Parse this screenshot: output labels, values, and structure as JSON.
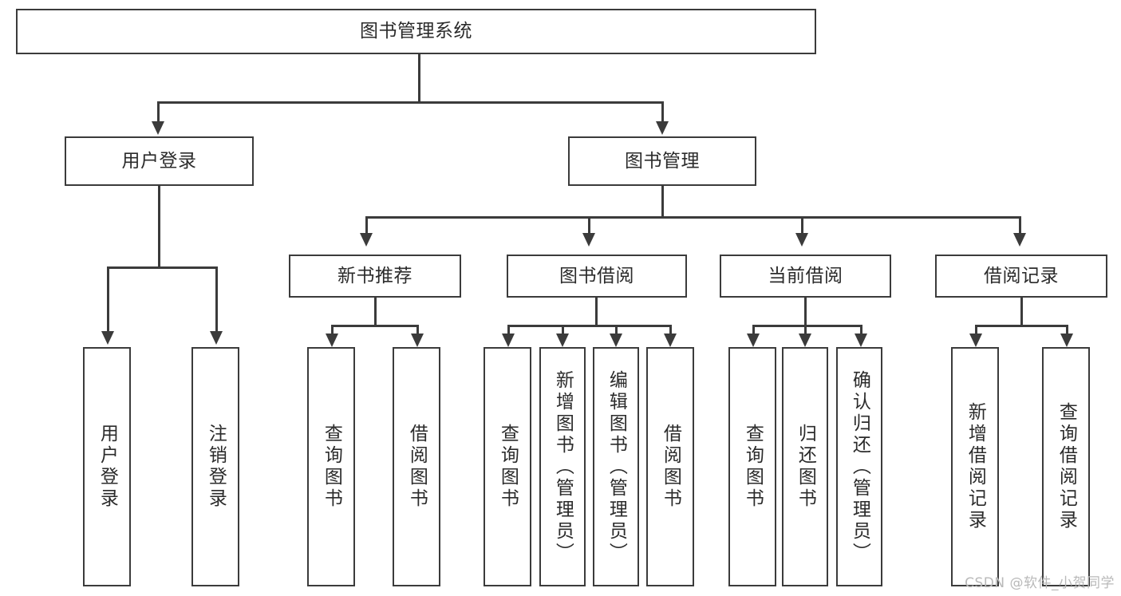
{
  "diagram": {
    "type": "tree-hierarchy",
    "title": "图书管理系统",
    "watermark": "CSDN @软件_小贺同学",
    "colors": {
      "background": "#ffffff",
      "box_fill": "#ffffff",
      "border": "#3b3b3b",
      "text": "#2b2b2b",
      "watermark": "#b9b9b9"
    },
    "levels": {
      "root": "图书管理系统",
      "level2": [
        "用户登录",
        "图书管理"
      ],
      "level3": [
        "新书推荐",
        "图书借阅",
        "当前借阅",
        "借阅记录"
      ]
    }
  },
  "nodes": {
    "root": {
      "label": "图书管理系统"
    },
    "user_login": {
      "label": "用户登录"
    },
    "book_mgmt": {
      "label": "图书管理"
    },
    "new_book_rec": {
      "label": "新书推荐"
    },
    "book_borrow": {
      "label": "图书借阅"
    },
    "current_borrow": {
      "label": "当前借阅"
    },
    "borrow_record": {
      "label": "借阅记录"
    },
    "leaf_user_login": {
      "label": "用户登录"
    },
    "leaf_logout": {
      "label": "注销登录"
    },
    "leaf_query_book_1": {
      "label": "查询图书"
    },
    "leaf_borrow_book_1": {
      "label": "借阅图书"
    },
    "leaf_query_book_2": {
      "label": "查询图书"
    },
    "leaf_add_book": {
      "label": "新增图书（管理员）"
    },
    "leaf_edit_book": {
      "label": "编辑图书（管理员）"
    },
    "leaf_borrow_book_2": {
      "label": "借阅图书"
    },
    "leaf_query_book_3": {
      "label": "查询图书"
    },
    "leaf_return_book": {
      "label": "归还图书"
    },
    "leaf_confirm_return": {
      "label": "确认归还（管理员）"
    },
    "leaf_add_record": {
      "label": "新增借阅记录"
    },
    "leaf_query_record": {
      "label": "查询借阅记录"
    }
  }
}
